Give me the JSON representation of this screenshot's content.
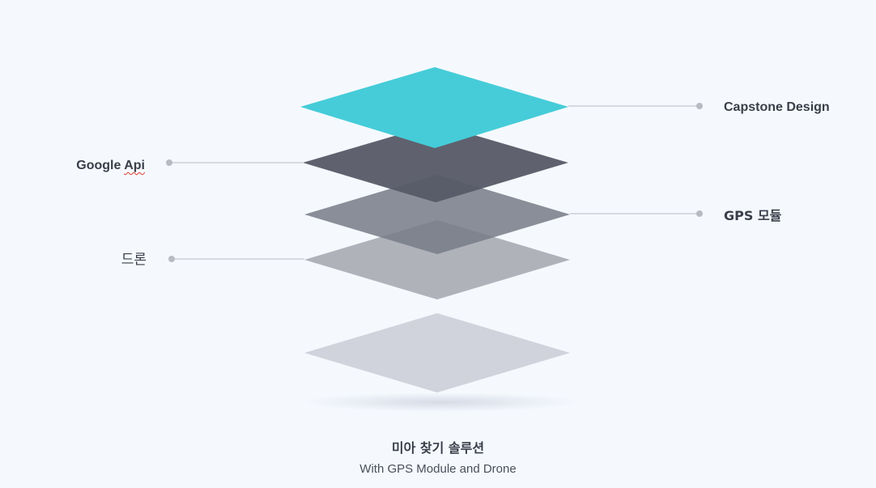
{
  "diagram": {
    "layers": [
      {
        "name": "top-layer",
        "color": "#45ccd8"
      },
      {
        "name": "second-layer",
        "color": "#565a66"
      },
      {
        "name": "third-layer",
        "color": "#777b86"
      },
      {
        "name": "fourth-layer",
        "color": "#a3a6ae"
      },
      {
        "name": "base-layer",
        "color": "#d0d3db"
      }
    ],
    "labels": {
      "capstone": "Capstone Design",
      "google_prefix": "Google ",
      "google_api": "Api",
      "gps": "GPS 모듈",
      "drone": "드론"
    },
    "connector_color": "#b8bbc2"
  },
  "caption": {
    "title": "미아 찾기 솔루션",
    "subtitle": "With GPS Module and Drone"
  }
}
